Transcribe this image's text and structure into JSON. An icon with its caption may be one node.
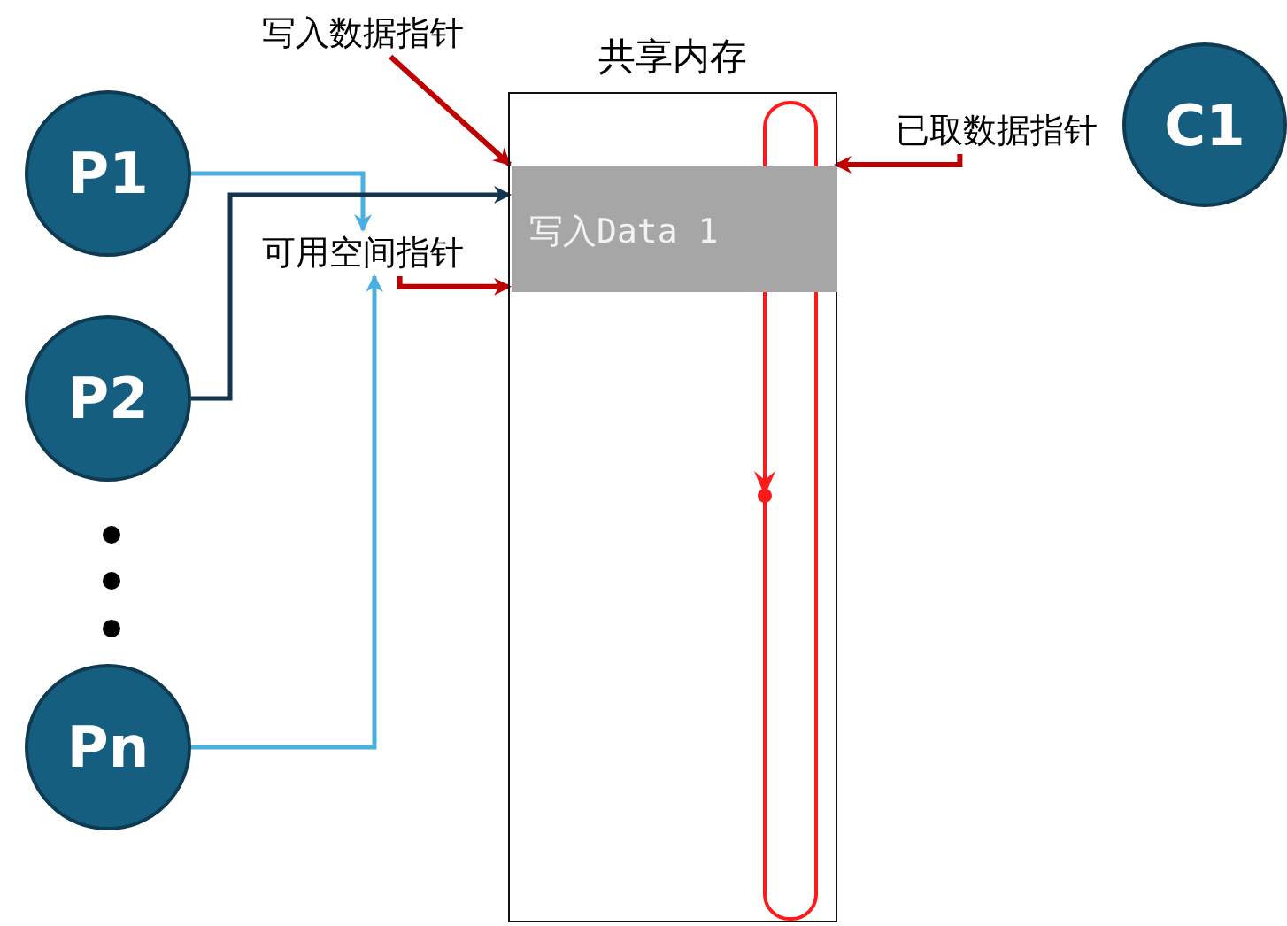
{
  "diagram": {
    "nodes": [
      {
        "text": [
          "P1"
        ]
      },
      {
        "text": [
          "P2"
        ]
      },
      {
        "text": [
          "Pn"
        ]
      },
      {
        "text": [
          "C1"
        ]
      },
      {
        "text": [
          "共享内存"
        ]
      },
      {
        "text": [
          "写入Data 1"
        ],
        "in": 4
      },
      {
        "text": [
          "写入数据指针"
        ]
      },
      {
        "text": [
          "可用空间指针"
        ]
      },
      {
        "text": [
          "已取数据指针"
        ]
      }
    ],
    "edges": [
      {
        "from": 0,
        "to": 7,
        "arrow": "to",
        "color": "#4ab0e0"
      },
      {
        "from": 1,
        "to": 5,
        "arrow": "to",
        "color": "#12344d"
      },
      {
        "from": 2,
        "to": 7,
        "arrow": "to",
        "color": "#4ab0e0"
      },
      {
        "from": 6,
        "to": 5,
        "arrow": "to",
        "color": "#c00000"
      },
      {
        "from": 7,
        "to": 5,
        "arrow": "to",
        "color": "#c00000"
      },
      {
        "from": 8,
        "to": 5,
        "arrow": "to",
        "color": "#c00000"
      }
    ]
  }
}
